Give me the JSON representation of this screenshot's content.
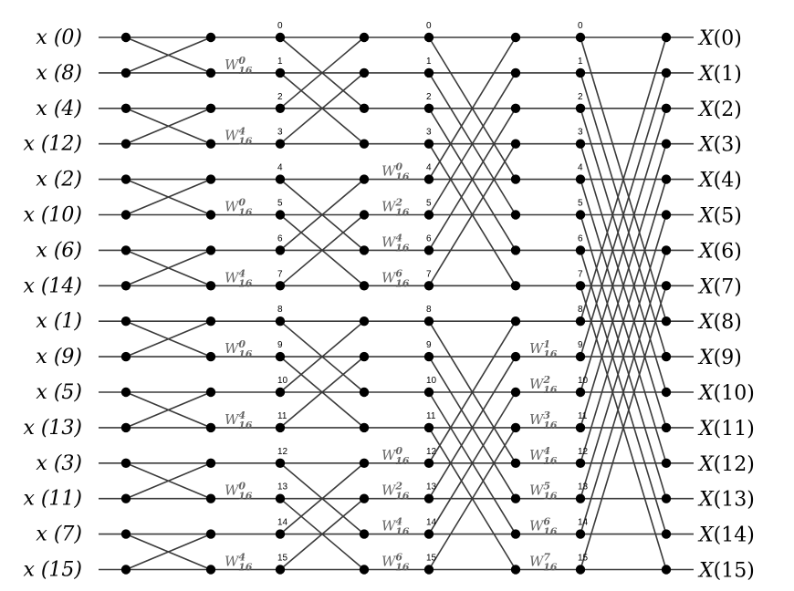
{
  "inputs": [
    "x (0)",
    "x (8)",
    "x (4)",
    "x (12)",
    "x (2)",
    "x (10)",
    "x (6)",
    "x (14)",
    "x (1)",
    "x (9)",
    "x (5)",
    "x (13)",
    "x (3)",
    "x (11)",
    "x (7)",
    "x (15)"
  ],
  "outputs": [
    "X(0)",
    "X(1)",
    "X(2)",
    "X(3)",
    "X(4)",
    "X(5)",
    "X(6)",
    "X(7)",
    "X(8)",
    "X(9)",
    "X(10)",
    "X(11)",
    "X(12)",
    "X(13)",
    "X(14)",
    "X(15)"
  ],
  "stage_indices": [
    [
      "0",
      "1",
      "2",
      "3",
      "4",
      "5",
      "6",
      "7",
      "8",
      "9",
      "10",
      "11",
      "12",
      "13",
      "14",
      "15"
    ],
    [
      "0",
      "1",
      "2",
      "3",
      "4",
      "5",
      "6",
      "7",
      "8",
      "9",
      "10",
      "11",
      "12",
      "13",
      "14",
      "15"
    ],
    [
      "0",
      "1",
      "2",
      "3",
      "4",
      "5",
      "6",
      "7",
      "8",
      "9",
      "10",
      "11",
      "12",
      "13",
      "14",
      "15"
    ]
  ],
  "twiddle_base": "W",
  "twiddle_sub": "16",
  "twiddles": {
    "stage2": [
      {
        "row": 1,
        "exp": "0"
      },
      {
        "row": 3,
        "exp": "4"
      },
      {
        "row": 5,
        "exp": "0"
      },
      {
        "row": 7,
        "exp": "4"
      },
      {
        "row": 9,
        "exp": "0"
      },
      {
        "row": 11,
        "exp": "4"
      },
      {
        "row": 13,
        "exp": "0"
      },
      {
        "row": 15,
        "exp": "4"
      }
    ],
    "stage3": [
      {
        "row": 4,
        "exp": "0"
      },
      {
        "row": 5,
        "exp": "2"
      },
      {
        "row": 6,
        "exp": "4"
      },
      {
        "row": 7,
        "exp": "6"
      },
      {
        "row": 12,
        "exp": "0"
      },
      {
        "row": 13,
        "exp": "2"
      },
      {
        "row": 14,
        "exp": "4"
      },
      {
        "row": 15,
        "exp": "6"
      }
    ],
    "stage4": [
      {
        "row": 9,
        "exp": "1"
      },
      {
        "row": 10,
        "exp": "2"
      },
      {
        "row": 11,
        "exp": "3"
      },
      {
        "row": 12,
        "exp": "4"
      },
      {
        "row": 13,
        "exp": "5"
      },
      {
        "row": 14,
        "exp": "6"
      },
      {
        "row": 15,
        "exp": "7"
      }
    ]
  },
  "butterfly_spans": [
    1,
    2,
    4,
    8
  ]
}
